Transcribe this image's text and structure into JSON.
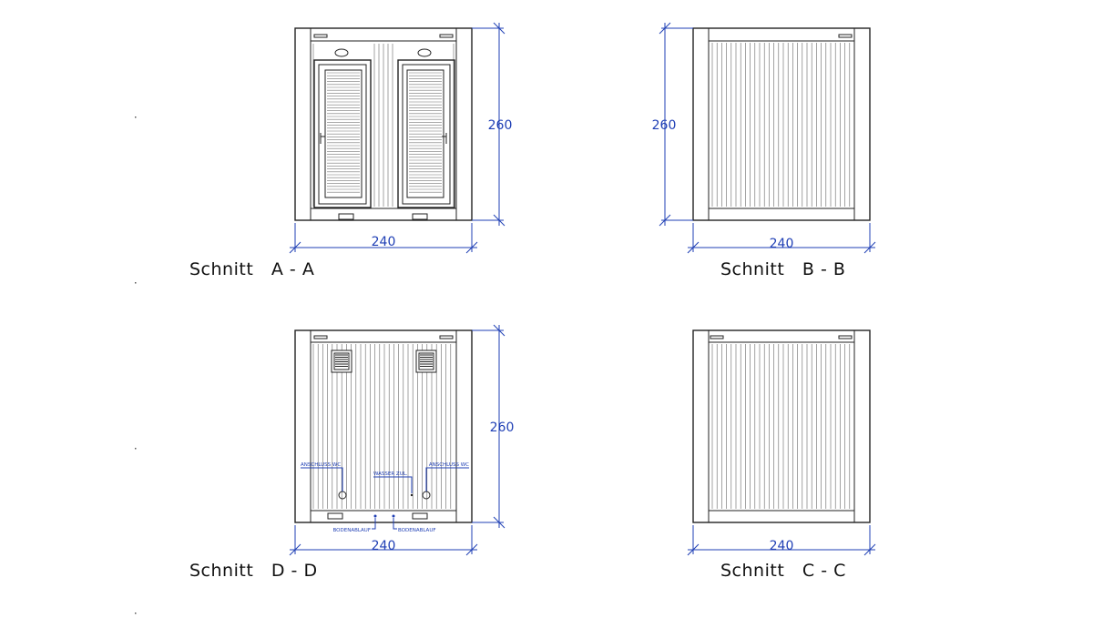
{
  "drawing": {
    "dimension_color": "#1f3fb5",
    "views": [
      {
        "id": "a-a",
        "caption": "Schnitt   A - A",
        "width_label": "240",
        "height_label": "260"
      },
      {
        "id": "b-b",
        "caption": "Schnitt   B - B",
        "width_label": "240",
        "height_label": "260"
      },
      {
        "id": "d-d",
        "caption": "Schnitt   D - D",
        "width_label": "240",
        "height_label": "260",
        "annotations": {
          "left_connection": "ANSCHLUSS WC",
          "center_connection": "WASSER ZUL.",
          "right_connection": "ANSCHLUSS WC",
          "floor_drain_left": "BODENABLAUF",
          "floor_drain_right": "BODENABLAUF"
        }
      },
      {
        "id": "c-c",
        "caption": "Schnitt   C - C",
        "width_label": "240"
      }
    ]
  }
}
